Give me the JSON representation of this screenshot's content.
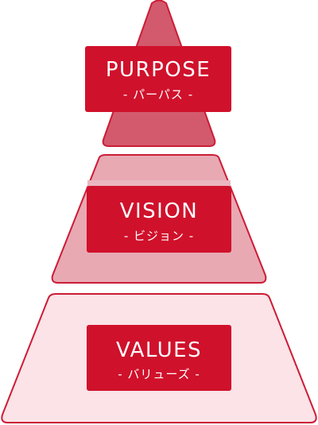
{
  "tiers": {
    "purpose": {
      "title": "PURPOSE",
      "subtitle": "- パーパス -"
    },
    "vision": {
      "title": "VISION",
      "subtitle": "- ビジョン -"
    },
    "values": {
      "title": "VALUES",
      "subtitle": "- バリューズ -"
    }
  },
  "colors": {
    "primary": "#d0112b",
    "purpose_fill": "#d25a6c",
    "vision_fill": "#e8a9b3",
    "vision_band": "#eab7c0",
    "values_fill": "#fbe3e7",
    "border": "#cc1c36"
  }
}
